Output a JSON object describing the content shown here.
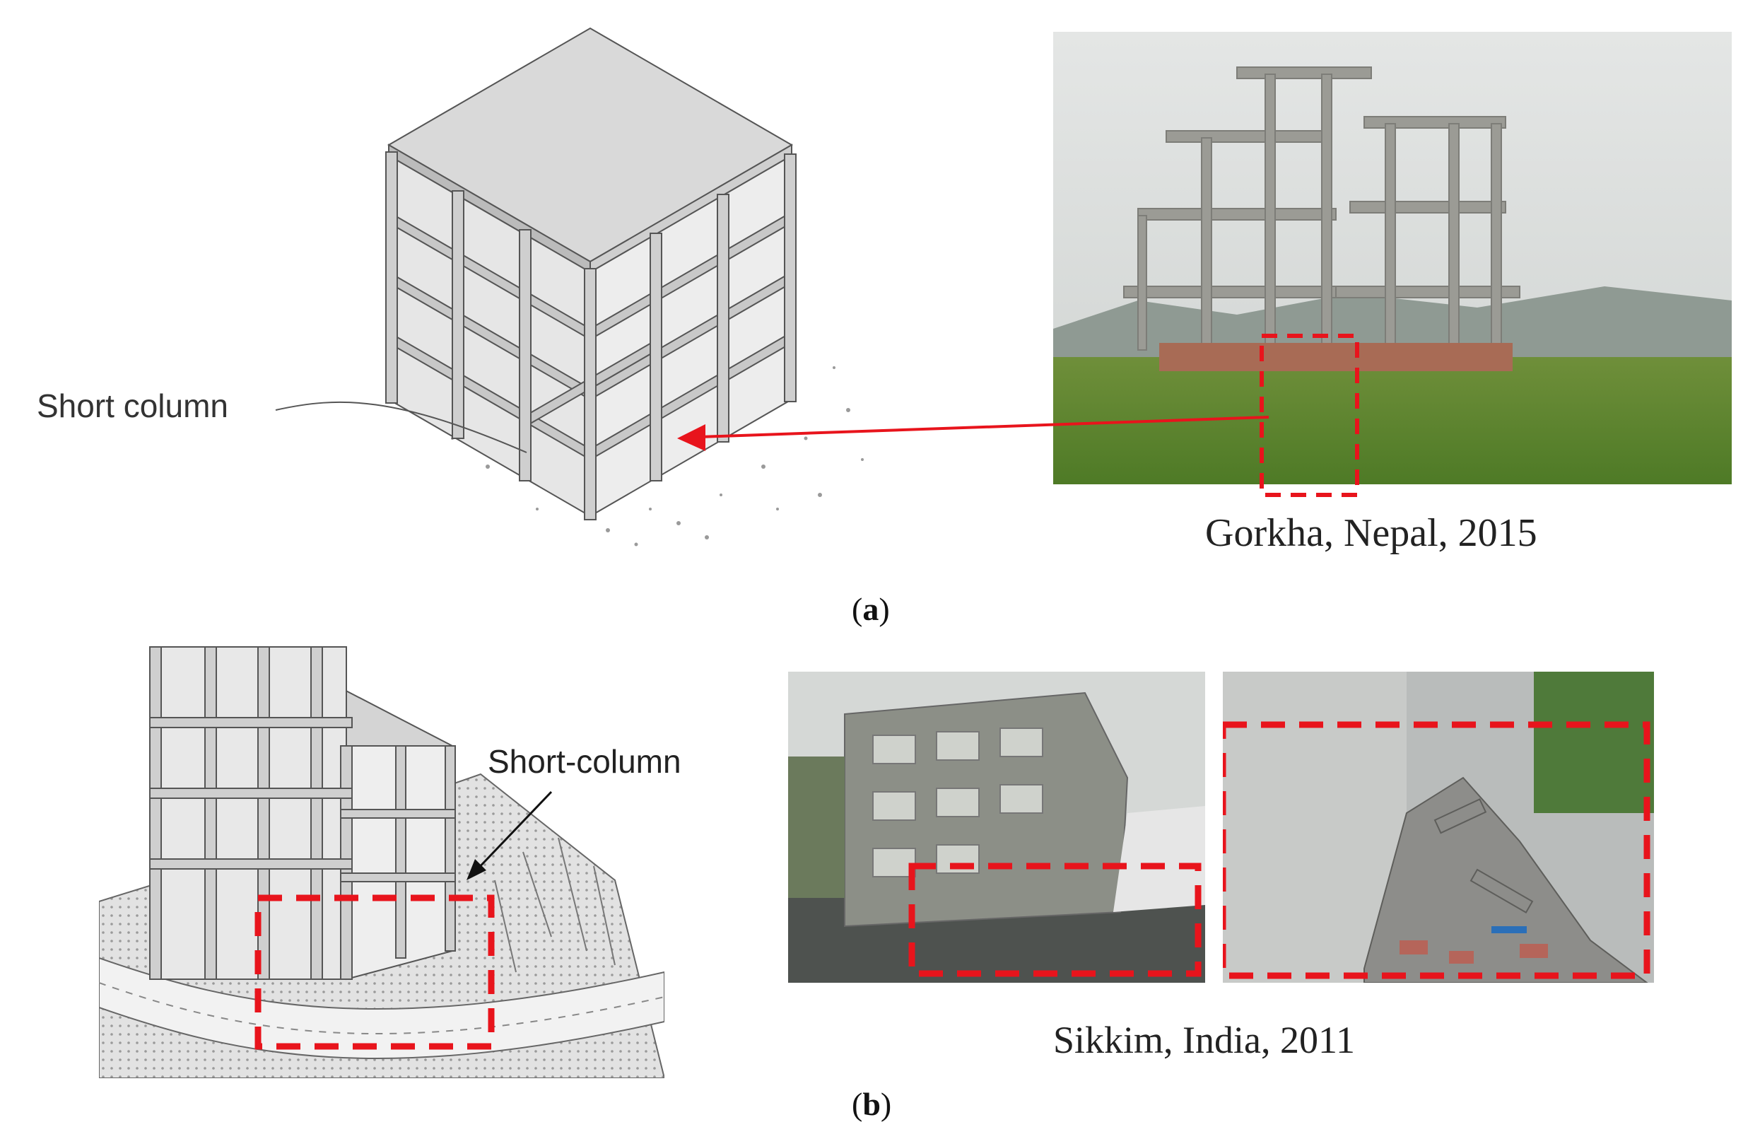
{
  "panel_a": {
    "short_column_label": "Short column",
    "photo_caption": "Gorkha, Nepal, 2015",
    "letter": "a"
  },
  "panel_b": {
    "short_column_label": "Short-column",
    "photo_caption": "Sikkim, India, 2011",
    "letter": "b"
  },
  "colors": {
    "highlight_red": "#e8141c",
    "frame_gray": "#c8c8c8",
    "outline": "#555555"
  }
}
